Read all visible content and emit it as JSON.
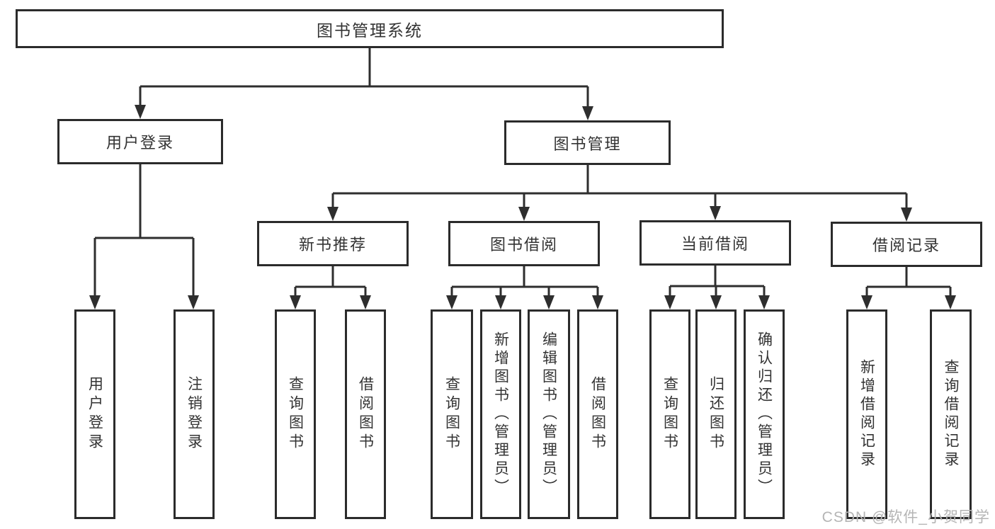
{
  "diagram": {
    "tree": {
      "label": "图书管理系统",
      "children": [
        {
          "label": "用户登录",
          "children": [
            {
              "label": "用户登录"
            },
            {
              "label": "注销登录"
            }
          ]
        },
        {
          "label": "图书管理",
          "children": [
            {
              "label": "新书推荐",
              "children": [
                {
                  "label": "查询图书"
                },
                {
                  "label": "借阅图书"
                }
              ]
            },
            {
              "label": "图书借阅",
              "children": [
                {
                  "label": "查询图书"
                },
                {
                  "label": "新增图书（管理员）"
                },
                {
                  "label": "编辑图书（管理员）"
                },
                {
                  "label": "借阅图书"
                }
              ]
            },
            {
              "label": "当前借阅",
              "children": [
                {
                  "label": "查询图书"
                },
                {
                  "label": "归还图书"
                },
                {
                  "label": "确认归还（管理员）"
                }
              ]
            },
            {
              "label": "借阅记录",
              "children": [
                {
                  "label": "新增借阅记录"
                },
                {
                  "label": "查询借阅记录"
                }
              ]
            }
          ]
        }
      ]
    },
    "colors": {
      "line": "#2e2e2e",
      "box_border": "#2b2b2b",
      "text": "#333333",
      "background": "#ffffff",
      "watermark": "#b5b5b5"
    }
  },
  "watermark": {
    "text": "CSDN @软件_小贺同学"
  }
}
